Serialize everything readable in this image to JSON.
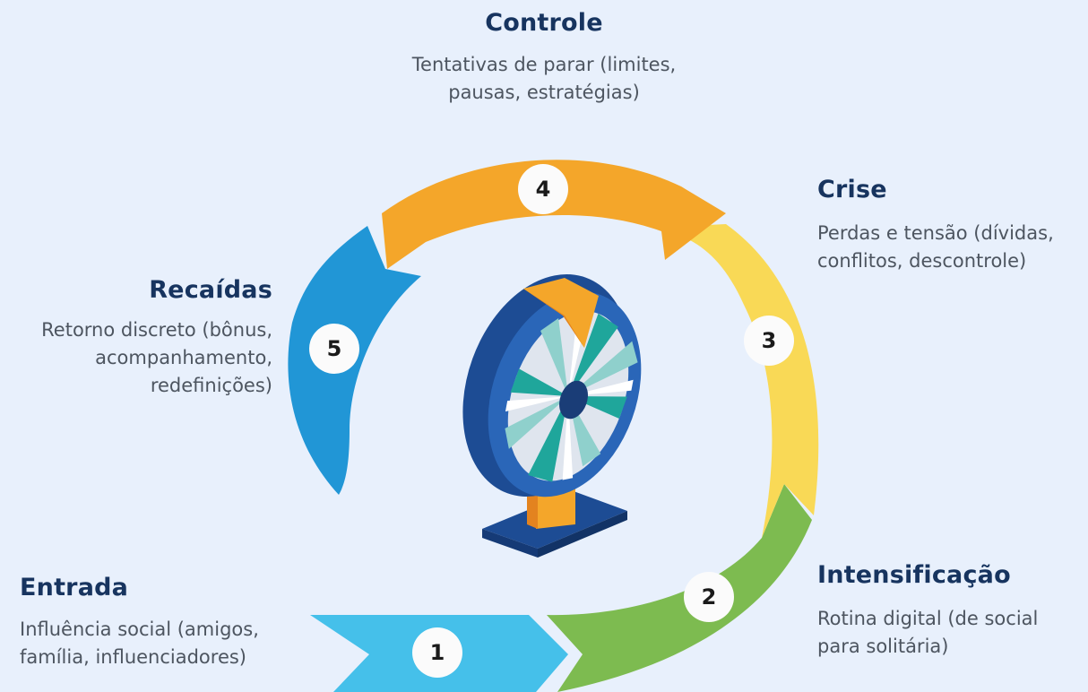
{
  "steps": [
    {
      "number": "1",
      "title": "Entrada",
      "desc_lines": [
        "Influência social (amigos,",
        "família, influenciadores)"
      ],
      "color": "#45c0ea"
    },
    {
      "number": "2",
      "title": "Intensificação",
      "desc_lines": [
        "Rotina digital (de social",
        "para solitária)"
      ],
      "color": "#7dbb50"
    },
    {
      "number": "3",
      "title": "Crise",
      "desc_lines": [
        "Perdas e tensão (dívidas,",
        "conflitos, descontrole)"
      ],
      "color": "#f9d956"
    },
    {
      "number": "4",
      "title": "Controle",
      "desc_lines": [
        "Tentativas de parar (limites,",
        "pausas, estratégias)"
      ],
      "color": "#f4a62a"
    },
    {
      "number": "5",
      "title": "Recaídas",
      "desc_lines": [
        "Retorno discreto (bônus,",
        "acompanhamento,",
        "redefinições)"
      ],
      "color": "#2196d6"
    }
  ],
  "center_icon": "prize-wheel-icon"
}
